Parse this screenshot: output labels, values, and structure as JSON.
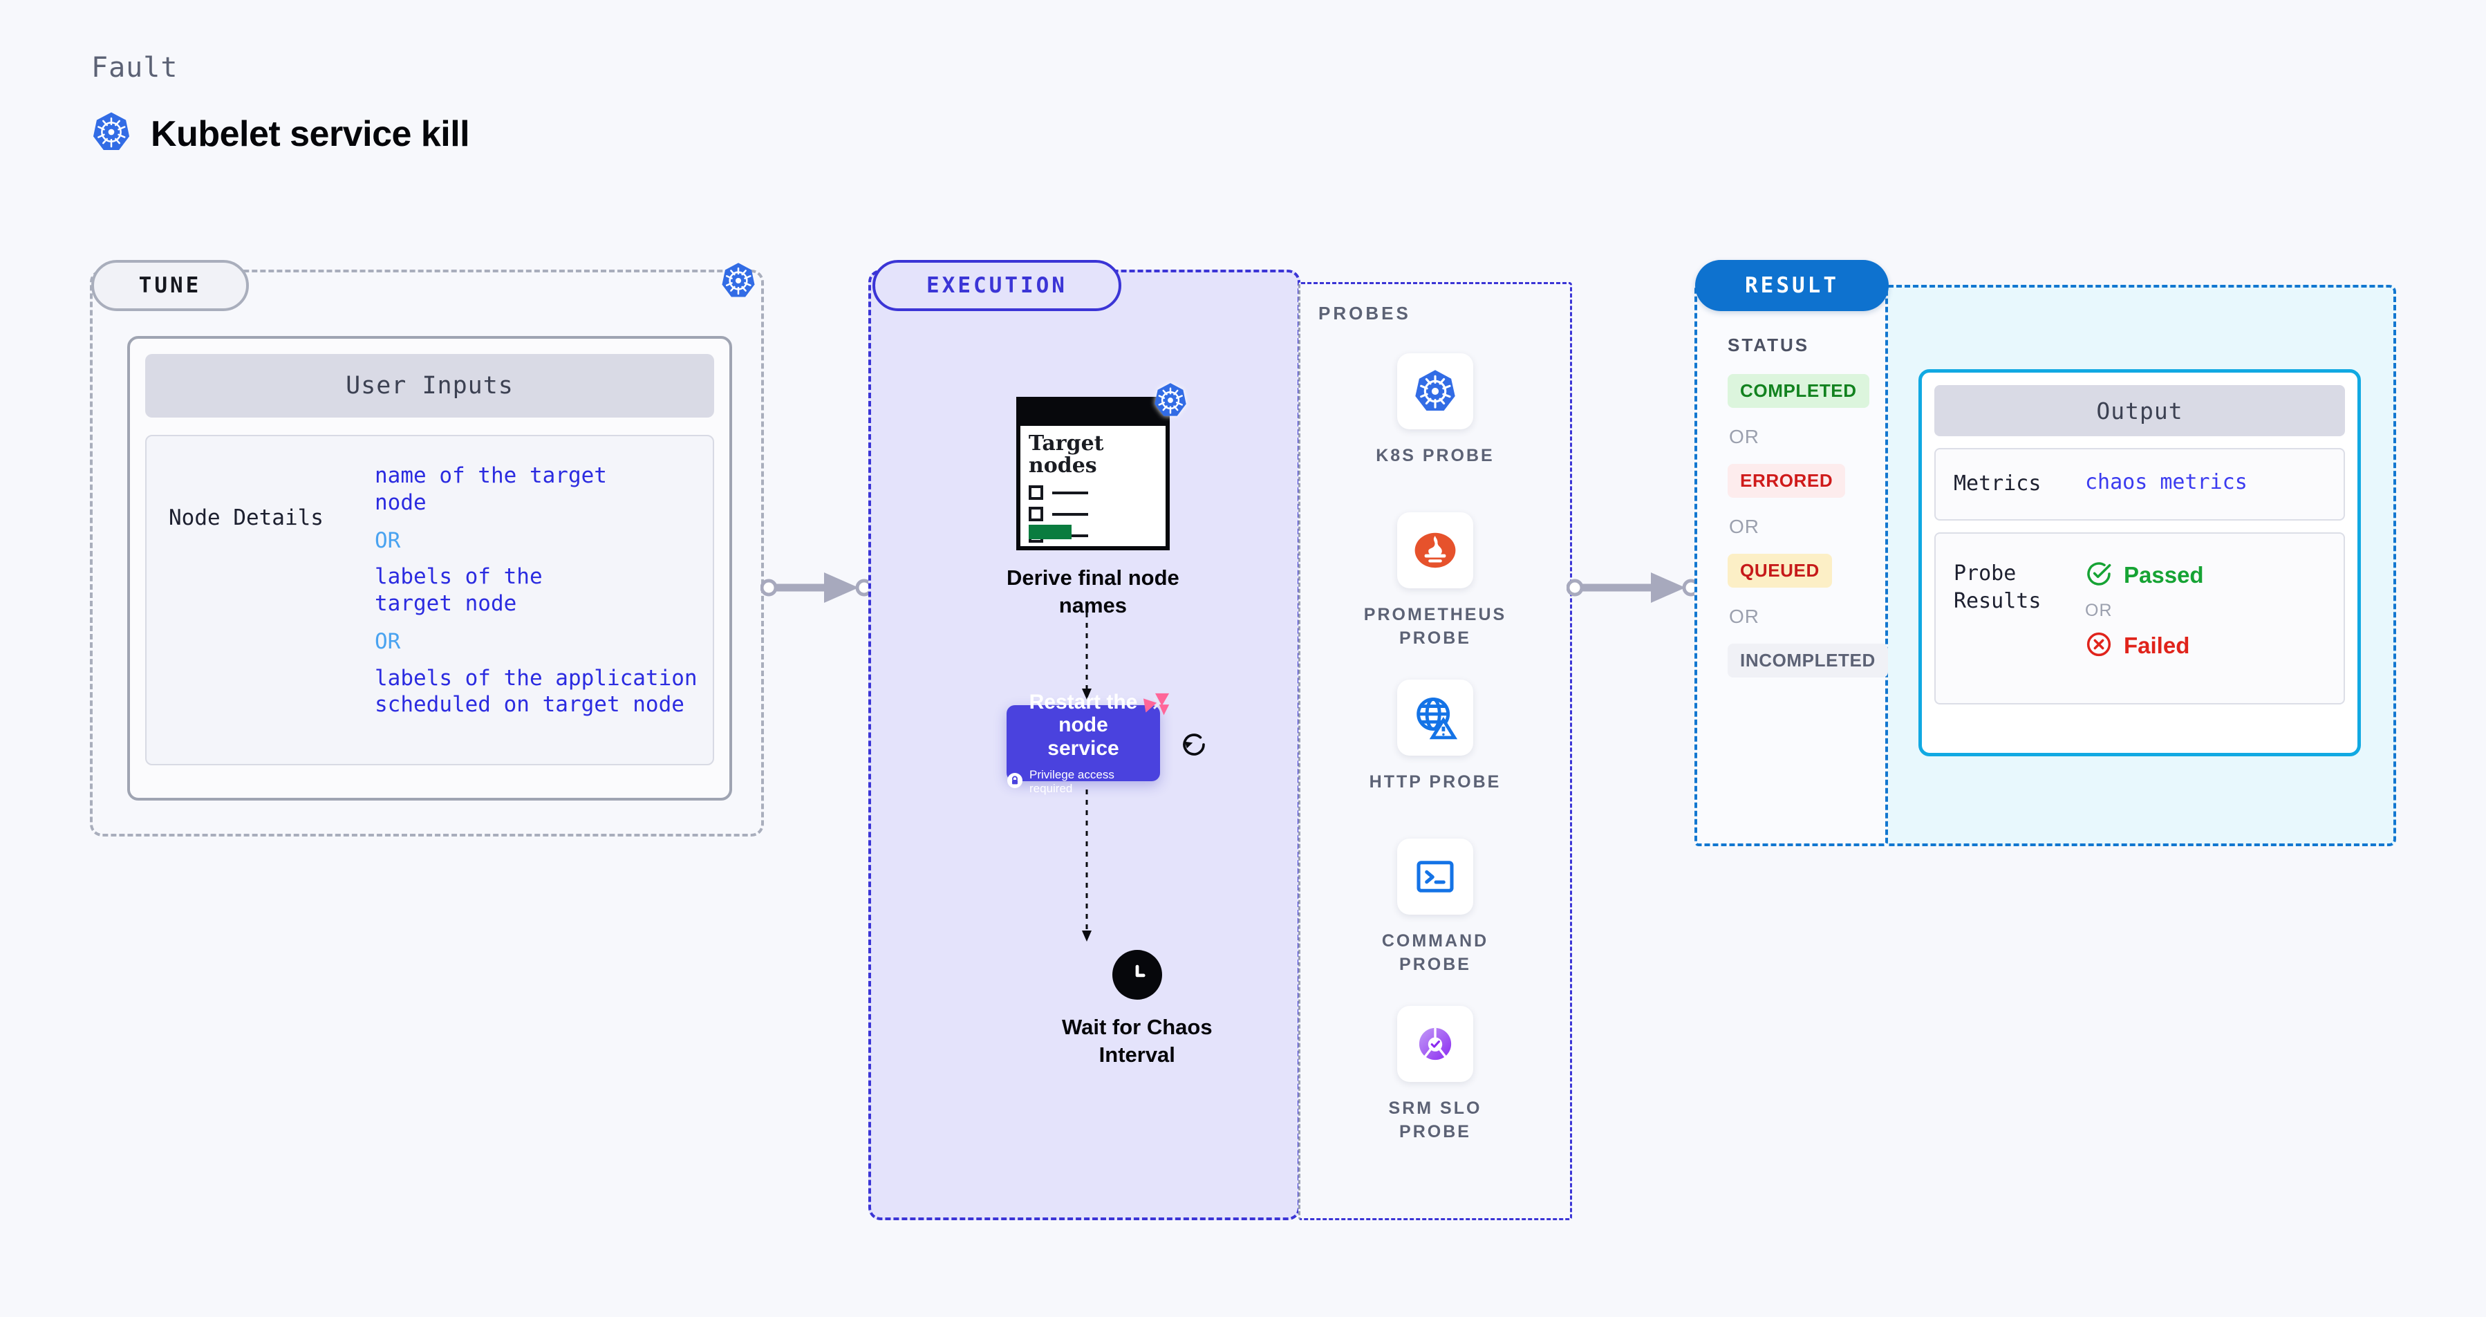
{
  "header": {
    "eyebrow": "Fault",
    "title": "Kubelet service kill",
    "icon": "kubernetes-logo"
  },
  "tune": {
    "pill_label": "TUNE",
    "badge_icon": "kubernetes-logo",
    "inputs_card": {
      "header": "User Inputs",
      "rows": [
        {
          "key": "Node Details",
          "values": [
            {
              "text": "name of the target node",
              "kind": "value"
            },
            {
              "text": "OR",
              "kind": "or"
            },
            {
              "text": "labels of the target node",
              "kind": "value"
            },
            {
              "text": "OR",
              "kind": "or"
            },
            {
              "text": "labels of the application scheduled on target node",
              "kind": "value"
            }
          ]
        }
      ],
      "value_line_1a": "name of the target",
      "value_line_1b": "node",
      "or_1": "OR",
      "value_line_2a": "labels of the",
      "value_line_2b": "target node",
      "or_2": "OR",
      "value_line_3a": "labels of the application",
      "value_line_3b": " scheduled on target node"
    }
  },
  "execution": {
    "pill_label": "EXECUTION",
    "nodes": [
      {
        "id": "derive-node-names",
        "caption_line1": "Derive final node",
        "caption_line2": "names",
        "card_title_line1": "Target",
        "card_title_line2": "nodes",
        "badge_icon": "kubernetes-logo"
      },
      {
        "id": "restart-node-service",
        "title_line1": "Restart the node",
        "title_line2": "service",
        "note": "Privilege access required",
        "note_icon": "lock-icon",
        "badge_icon": "litmus-chaos-icon",
        "side_icon": "refresh-icon"
      },
      {
        "id": "wait-chaos-interval",
        "caption_line1": "Wait for Chaos",
        "caption_line2": "Interval",
        "icon": "clock-icon"
      }
    ]
  },
  "probes": {
    "title": "PROBES",
    "items": [
      {
        "label_line1": "K8S  PROBE",
        "label_line2": "",
        "icon": "kubernetes-logo"
      },
      {
        "label_line1": "PROMETHEUS",
        "label_line2": "PROBE",
        "icon": "prometheus-logo"
      },
      {
        "label_line1": "HTTP  PROBE",
        "label_line2": "",
        "icon": "globe-warning-icon"
      },
      {
        "label_line1": "COMMAND",
        "label_line2": "PROBE",
        "icon": "terminal-icon"
      },
      {
        "label_line1": "SRM  SLO",
        "label_line2": "PROBE",
        "icon": "slo-gauge-icon"
      }
    ]
  },
  "result": {
    "pill_label": "RESULT",
    "status_title": "STATUS",
    "or_label": "OR",
    "statuses": [
      {
        "label": "COMPLETED",
        "bg": "#dcf5dd",
        "fg": "#12821f"
      },
      {
        "label": "ERRORED",
        "bg": "#fdeced",
        "fg": "#cf1a1a"
      },
      {
        "label": "QUEUED",
        "bg": "#fcefc6",
        "fg": "#c61a1a"
      },
      {
        "label": "INCOMPLETED",
        "bg": "#f0f1f6",
        "fg": "#5c6275"
      }
    ],
    "output": {
      "header": "Output",
      "metrics_key": "Metrics",
      "metrics_value": "chaos metrics",
      "probe_key_line1": "Probe",
      "probe_key_line2": "Results",
      "passed_label": "Passed",
      "failed_label": "Failed",
      "or_label": "OR",
      "passed_icon": "check-circle-icon",
      "failed_icon": "x-circle-icon"
    }
  },
  "colors": {
    "background": "#f7f8fc",
    "tune_border": "#a9aebc",
    "execution_border": "#3b35d6",
    "execution_fill": "#e4e3fb",
    "result_border": "#1277d0",
    "result_pill": "#0e72cf",
    "output_fill": "#e8f8fd",
    "output_border": "#11a9e2",
    "restart_node": "#4a42de",
    "k8s_blue": "#326ce5",
    "litmus_pink": "#ff6699",
    "connector_gray": "#a7a9bd"
  }
}
